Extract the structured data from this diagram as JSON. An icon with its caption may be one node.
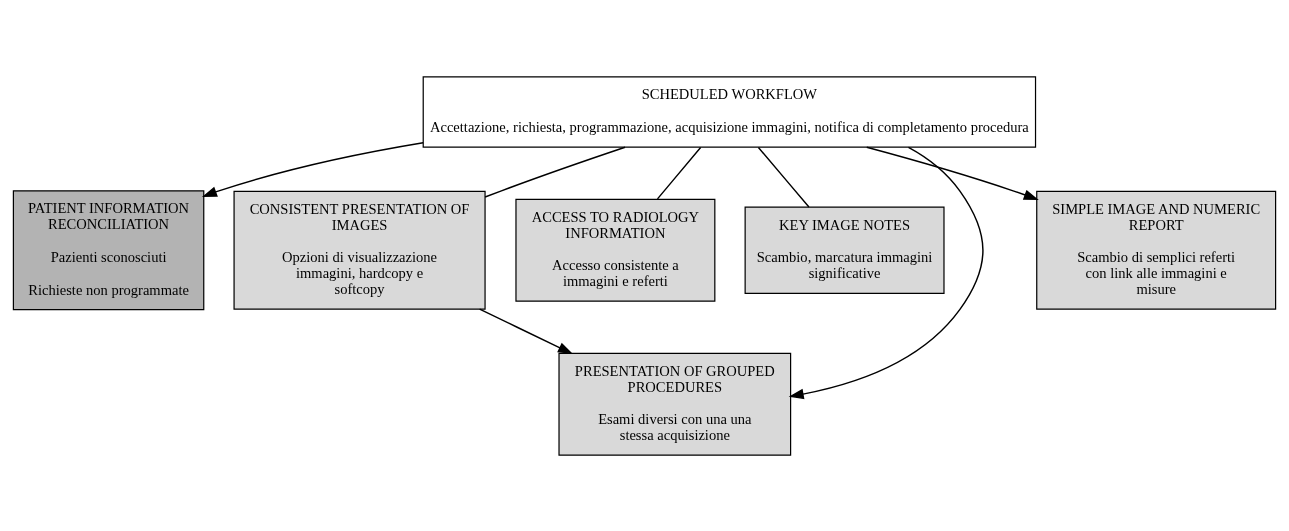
{
  "diagram": {
    "nodes": [
      {
        "text": [
          "SCHEDULED WORKFLOW",
          "Accettazione, richiesta, programmazione, acquisizione immagini, notifica di completamento procedura"
        ]
      },
      {
        "text": [
          "PATIENT INFORMATION RECONCILIATION",
          "Pazienti sconosciuti",
          "Richieste non programmate"
        ]
      },
      {
        "text": [
          "CONSISTENT PRESENTATION OF IMAGES",
          "Opzioni di visualizzazione immagini, hardcopy e softcopy"
        ]
      },
      {
        "text": [
          "ACCESS TO RADIOLOGY INFORMATION",
          "Accesso consistente a immagini e referti"
        ]
      },
      {
        "text": [
          "KEY IMAGE NOTES",
          "Scambio, marcatura immagini significative"
        ]
      },
      {
        "text": [
          "PRESENTATION OF GROUPED PROCEDURES",
          "Esami diversi con una una stessa acquisizione"
        ]
      },
      {
        "text": [
          "SIMPLE IMAGE AND NUMERIC REPORT",
          "Scambio di semplici referti con link alle immagini e misure"
        ]
      }
    ],
    "edges": [
      {
        "from": 0,
        "to": 1,
        "arrow": "to"
      },
      {
        "from": 0,
        "to": 2,
        "arrow": "none"
      },
      {
        "from": 0,
        "to": 5,
        "arrow": "to"
      },
      {
        "from": 0,
        "to": 3,
        "arrow": "none"
      },
      {
        "from": 0,
        "to": 4,
        "arrow": "none"
      },
      {
        "from": 0,
        "to": 6,
        "arrow": "to"
      },
      {
        "from": 2,
        "to": 5,
        "arrow": "to"
      }
    ]
  }
}
